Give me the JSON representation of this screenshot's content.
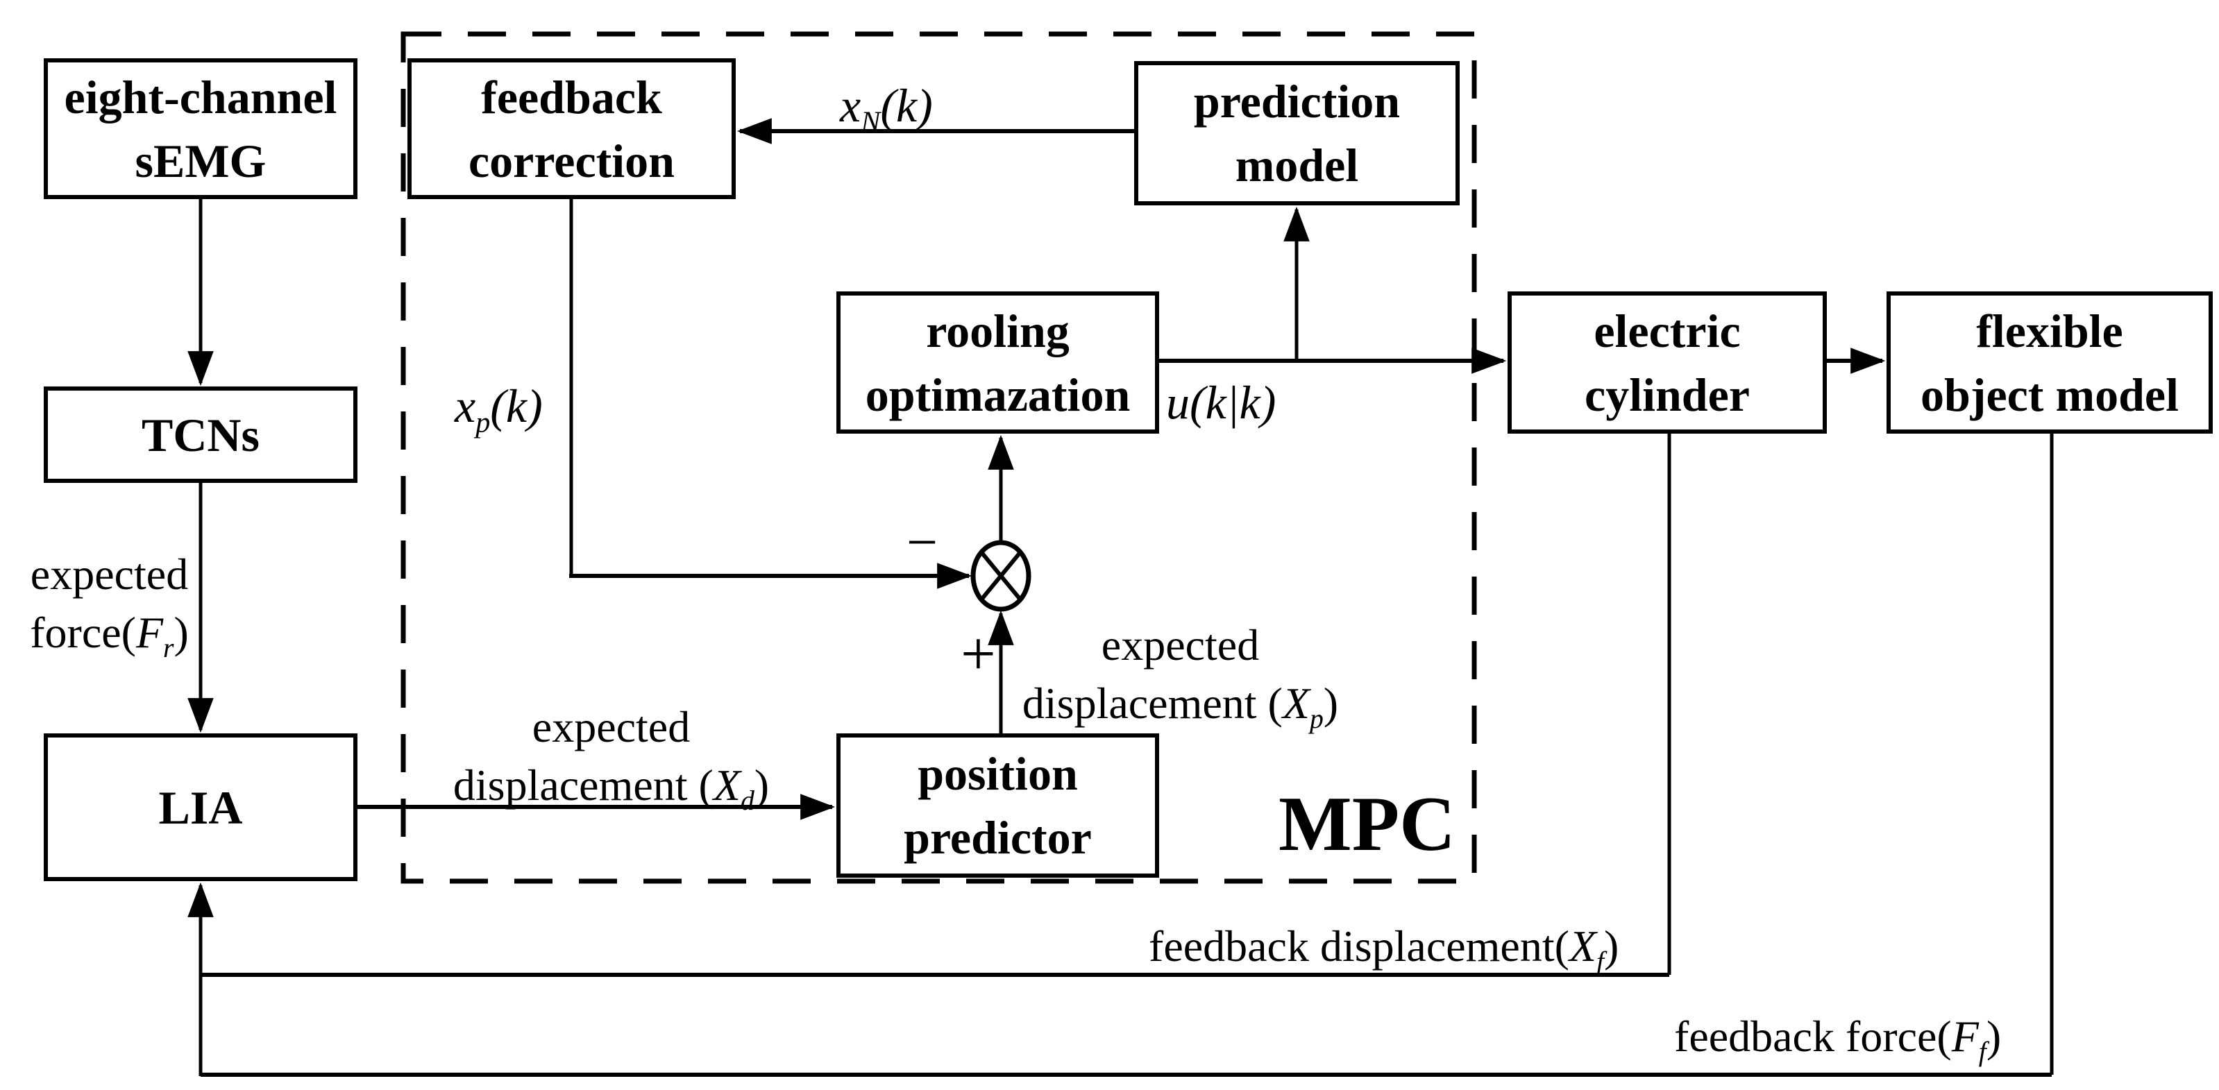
{
  "diagram": {
    "background_color": "#ffffff",
    "line_color": "#000000",
    "mpc_region_label": "MPC",
    "boxes": {
      "eight_channel_semg": {
        "line1": "eight-channel",
        "line2": "sEMG"
      },
      "tcns": {
        "line1": "TCNs"
      },
      "lia": {
        "line1": "LIA"
      },
      "feedback_correction": {
        "line1": "feedback",
        "line2": "correction"
      },
      "prediction_model": {
        "line1": "prediction",
        "line2": "model"
      },
      "rolling_optimization": {
        "line1": "rooling",
        "line2": "optimazation"
      },
      "position_predictor": {
        "line1": "position",
        "line2": "predictor"
      },
      "electric_cylinder": {
        "line1": "electric",
        "line2": "cylinder"
      },
      "flexible_object_model": {
        "line1": "flexible",
        "line2": "object model"
      }
    },
    "labels": {
      "expected_force": {
        "line1": "expected",
        "pre": "force(",
        "var": "F",
        "sub": "r",
        "post": ")"
      },
      "x_N_k": {
        "var": "x",
        "sub": "N",
        "post": "(k)"
      },
      "x_p_k": {
        "var": "x",
        "sub": "p",
        "post": "(k)"
      },
      "u_k_k": {
        "var": "u",
        "post": "(k|k)"
      },
      "minus_sign": "−",
      "plus_sign": "+",
      "expected_displacement_Xp": {
        "line1": "expected",
        "pre": "displacement (",
        "var": "X",
        "sub": "p",
        "post": ")"
      },
      "expected_displacement_Xd": {
        "line1": "expected",
        "pre": "displacement (",
        "var": "X",
        "sub": "d",
        "post": ")"
      },
      "feedback_displacement_Xf": {
        "pre": "feedback displacement(",
        "var": "X",
        "sub": "f",
        "post": ")"
      },
      "feedback_force_Ff": {
        "pre": "feedback force(",
        "var": "F",
        "sub": "f",
        "post": ")"
      }
    }
  }
}
